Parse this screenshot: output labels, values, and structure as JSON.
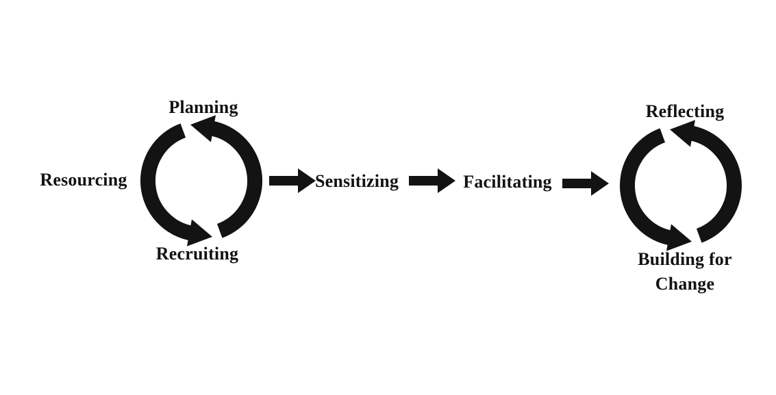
{
  "colors": {
    "ink": "#131313",
    "background": "#ffffff"
  },
  "left_cycle": {
    "top_label": "Planning",
    "left_label": "Resourcing",
    "bottom_label": "Recruiting"
  },
  "flow": {
    "step1_label": "Sensitizing",
    "step2_label": "Facilitating"
  },
  "right_cycle": {
    "top_label": "Reflecting",
    "bottom_label_line1": "Building for",
    "bottom_label_line2": "Change"
  }
}
